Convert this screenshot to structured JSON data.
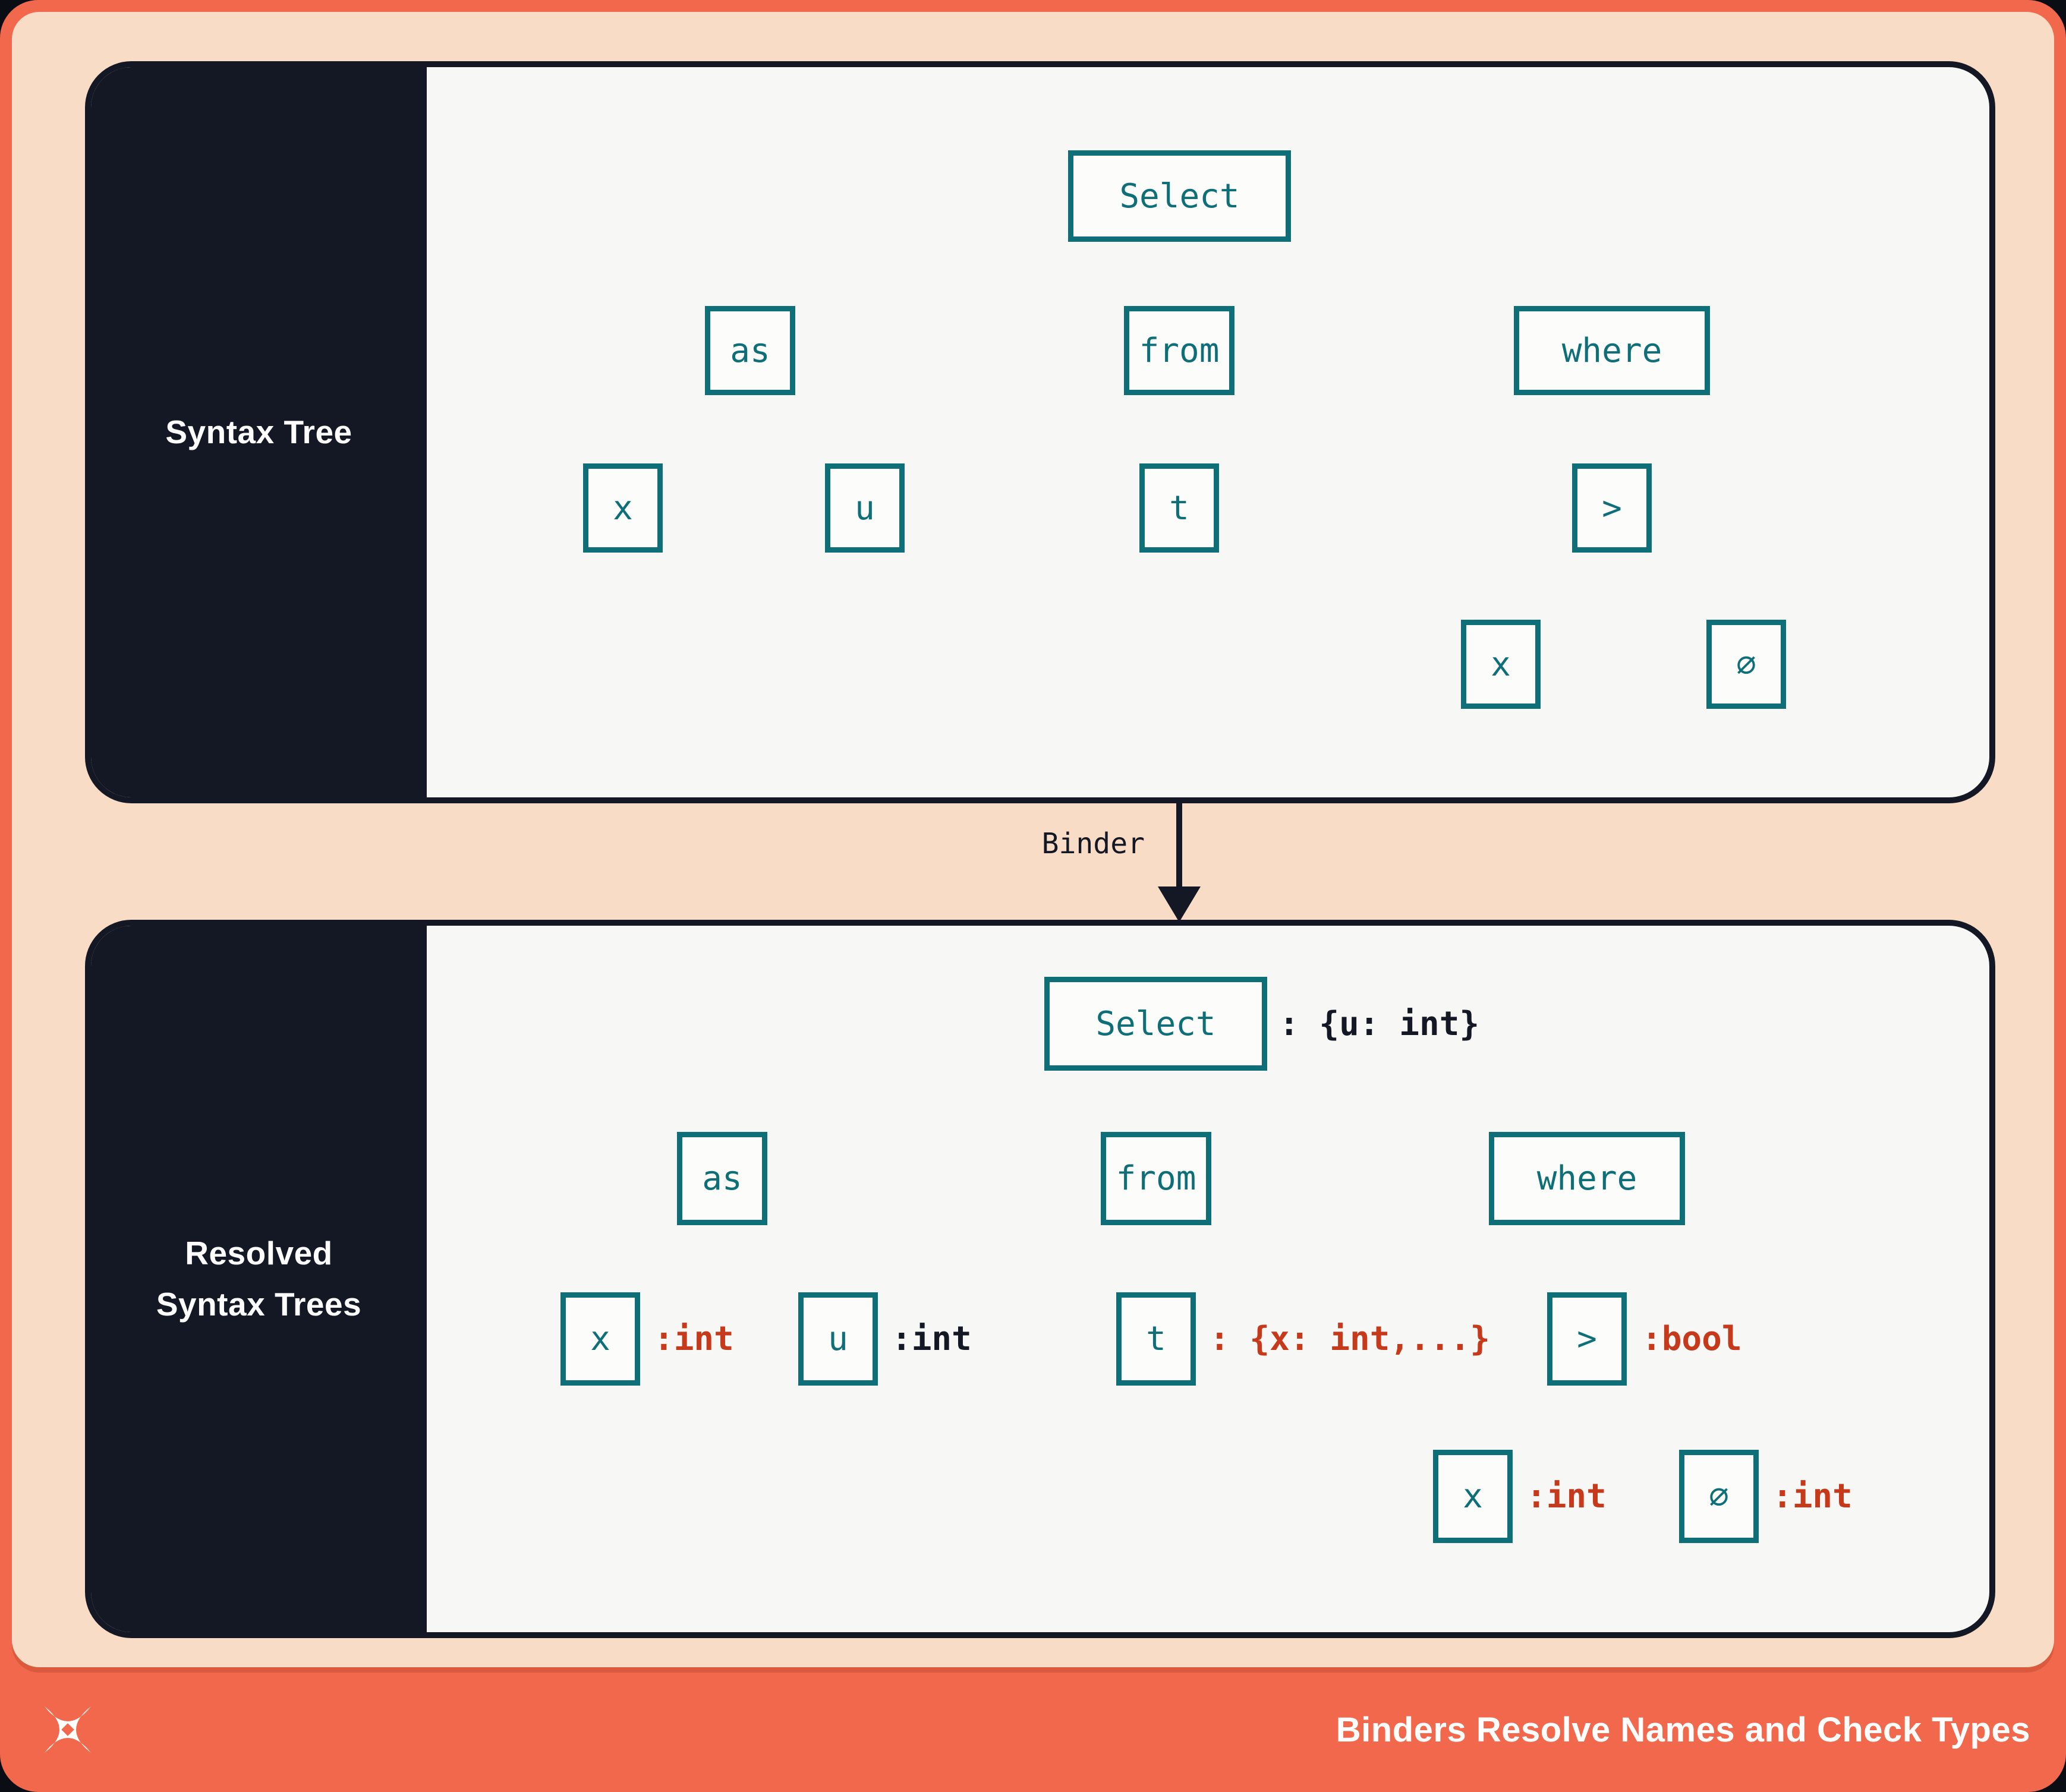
{
  "colors": {
    "teal": "#0E6F79",
    "red": "#C63A1B",
    "navy": "#141824",
    "peach": "#F9DCC5",
    "frame_orange": "#F2684C",
    "panel_bg": "#F7F7F5",
    "sidebar_bg": "#141824"
  },
  "syntax_panel": {
    "title": "Syntax Tree",
    "nodes": {
      "select": "Select",
      "as": "as",
      "x": "x",
      "u": "u",
      "from": "from",
      "t": "t",
      "where": "where",
      "gt": ">",
      "x2": "x",
      "zero": "∅"
    }
  },
  "binder": {
    "label": "Binder"
  },
  "resolved_panel": {
    "title": "Resolved Syntax Trees",
    "nodes": {
      "select": "Select",
      "as": "as",
      "x": "x",
      "u": "u",
      "from": "from",
      "t": "t",
      "where": "where",
      "gt": ">",
      "x2": "x",
      "zero": "∅"
    },
    "annotations": {
      "select": ": {u: int}",
      "x": ":int",
      "u": ":int",
      "t": ": {x: int,...}",
      "gt": ":bool",
      "x2": ":int",
      "zero": ":int"
    }
  },
  "footer": {
    "title": "Binders Resolve Names and Check Types",
    "logo": "pinwheel-star-logo"
  }
}
